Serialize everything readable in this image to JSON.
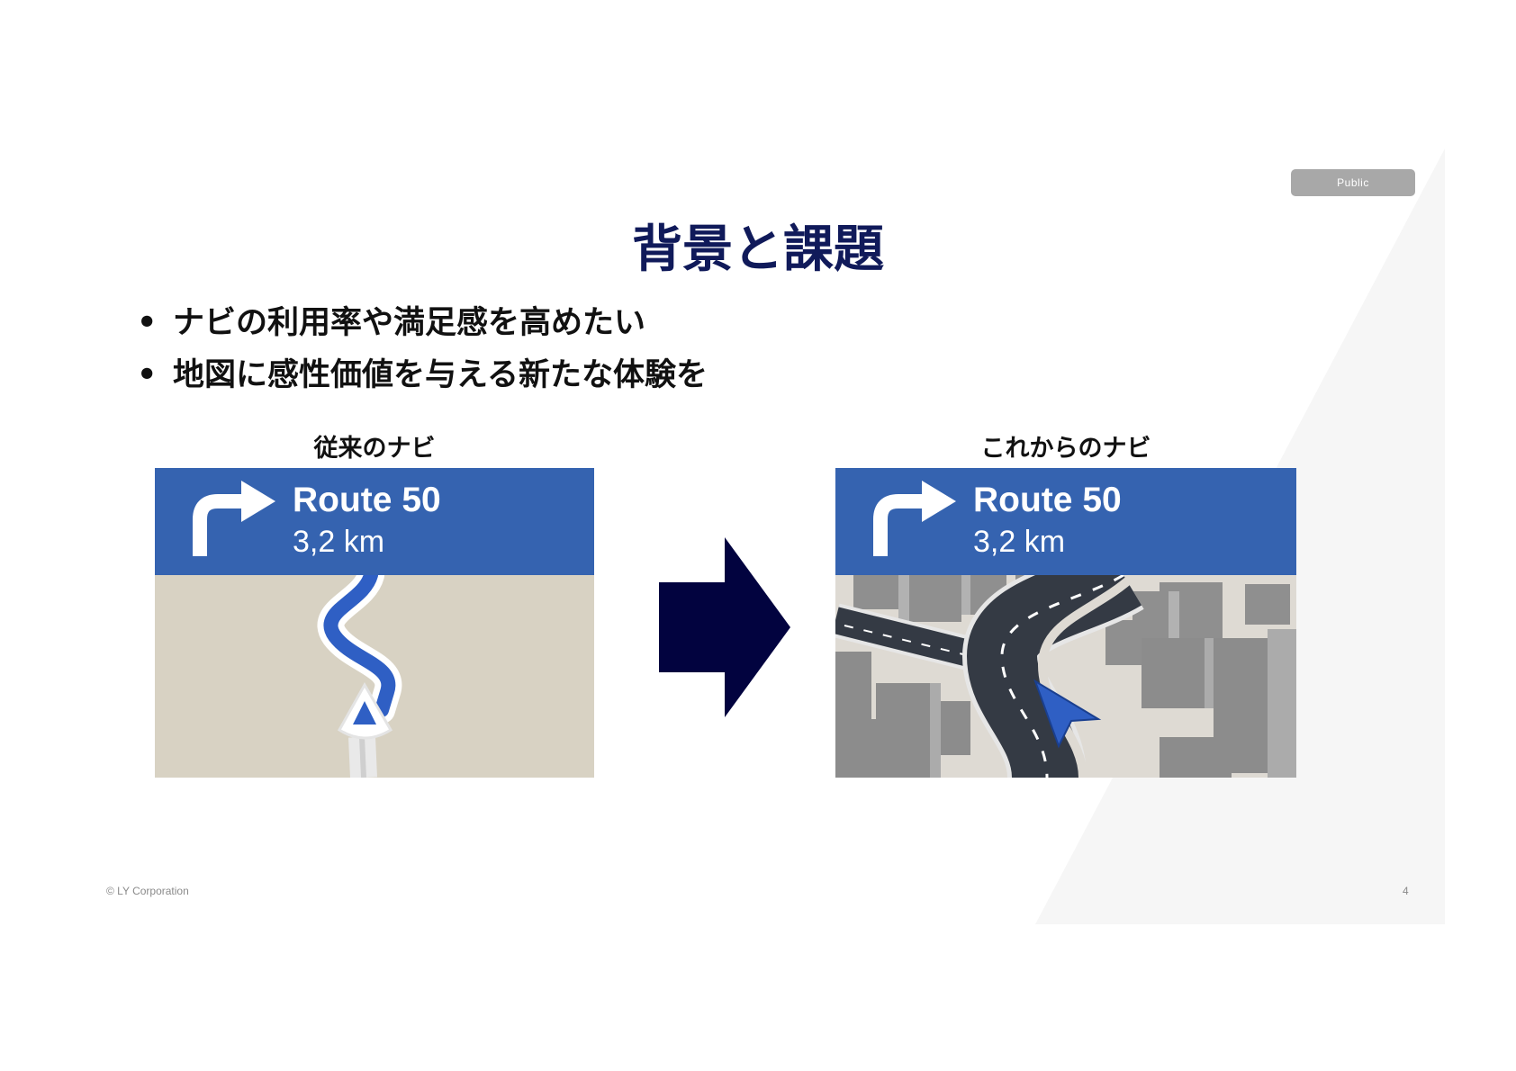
{
  "badge": "Public",
  "title": "背景と課題",
  "bullets": [
    "ナビの利用率や満足感を高めたい",
    "地図に感性価値を与える新たな体験を"
  ],
  "bullet_marker": "•",
  "comparison": {
    "left": {
      "caption": "従来のナビ",
      "route_name": "Route 50",
      "distance": "3,2 km"
    },
    "right": {
      "caption": "これからのナビ",
      "route_name": "Route 50",
      "distance": "3,2 km"
    }
  },
  "footer": {
    "copyright": "© LY Corporation",
    "page": "4"
  },
  "colors": {
    "title": "#101a5a",
    "nav_header": "#3563b0",
    "arrow": "#02033f",
    "route": "#2f5fc4"
  }
}
